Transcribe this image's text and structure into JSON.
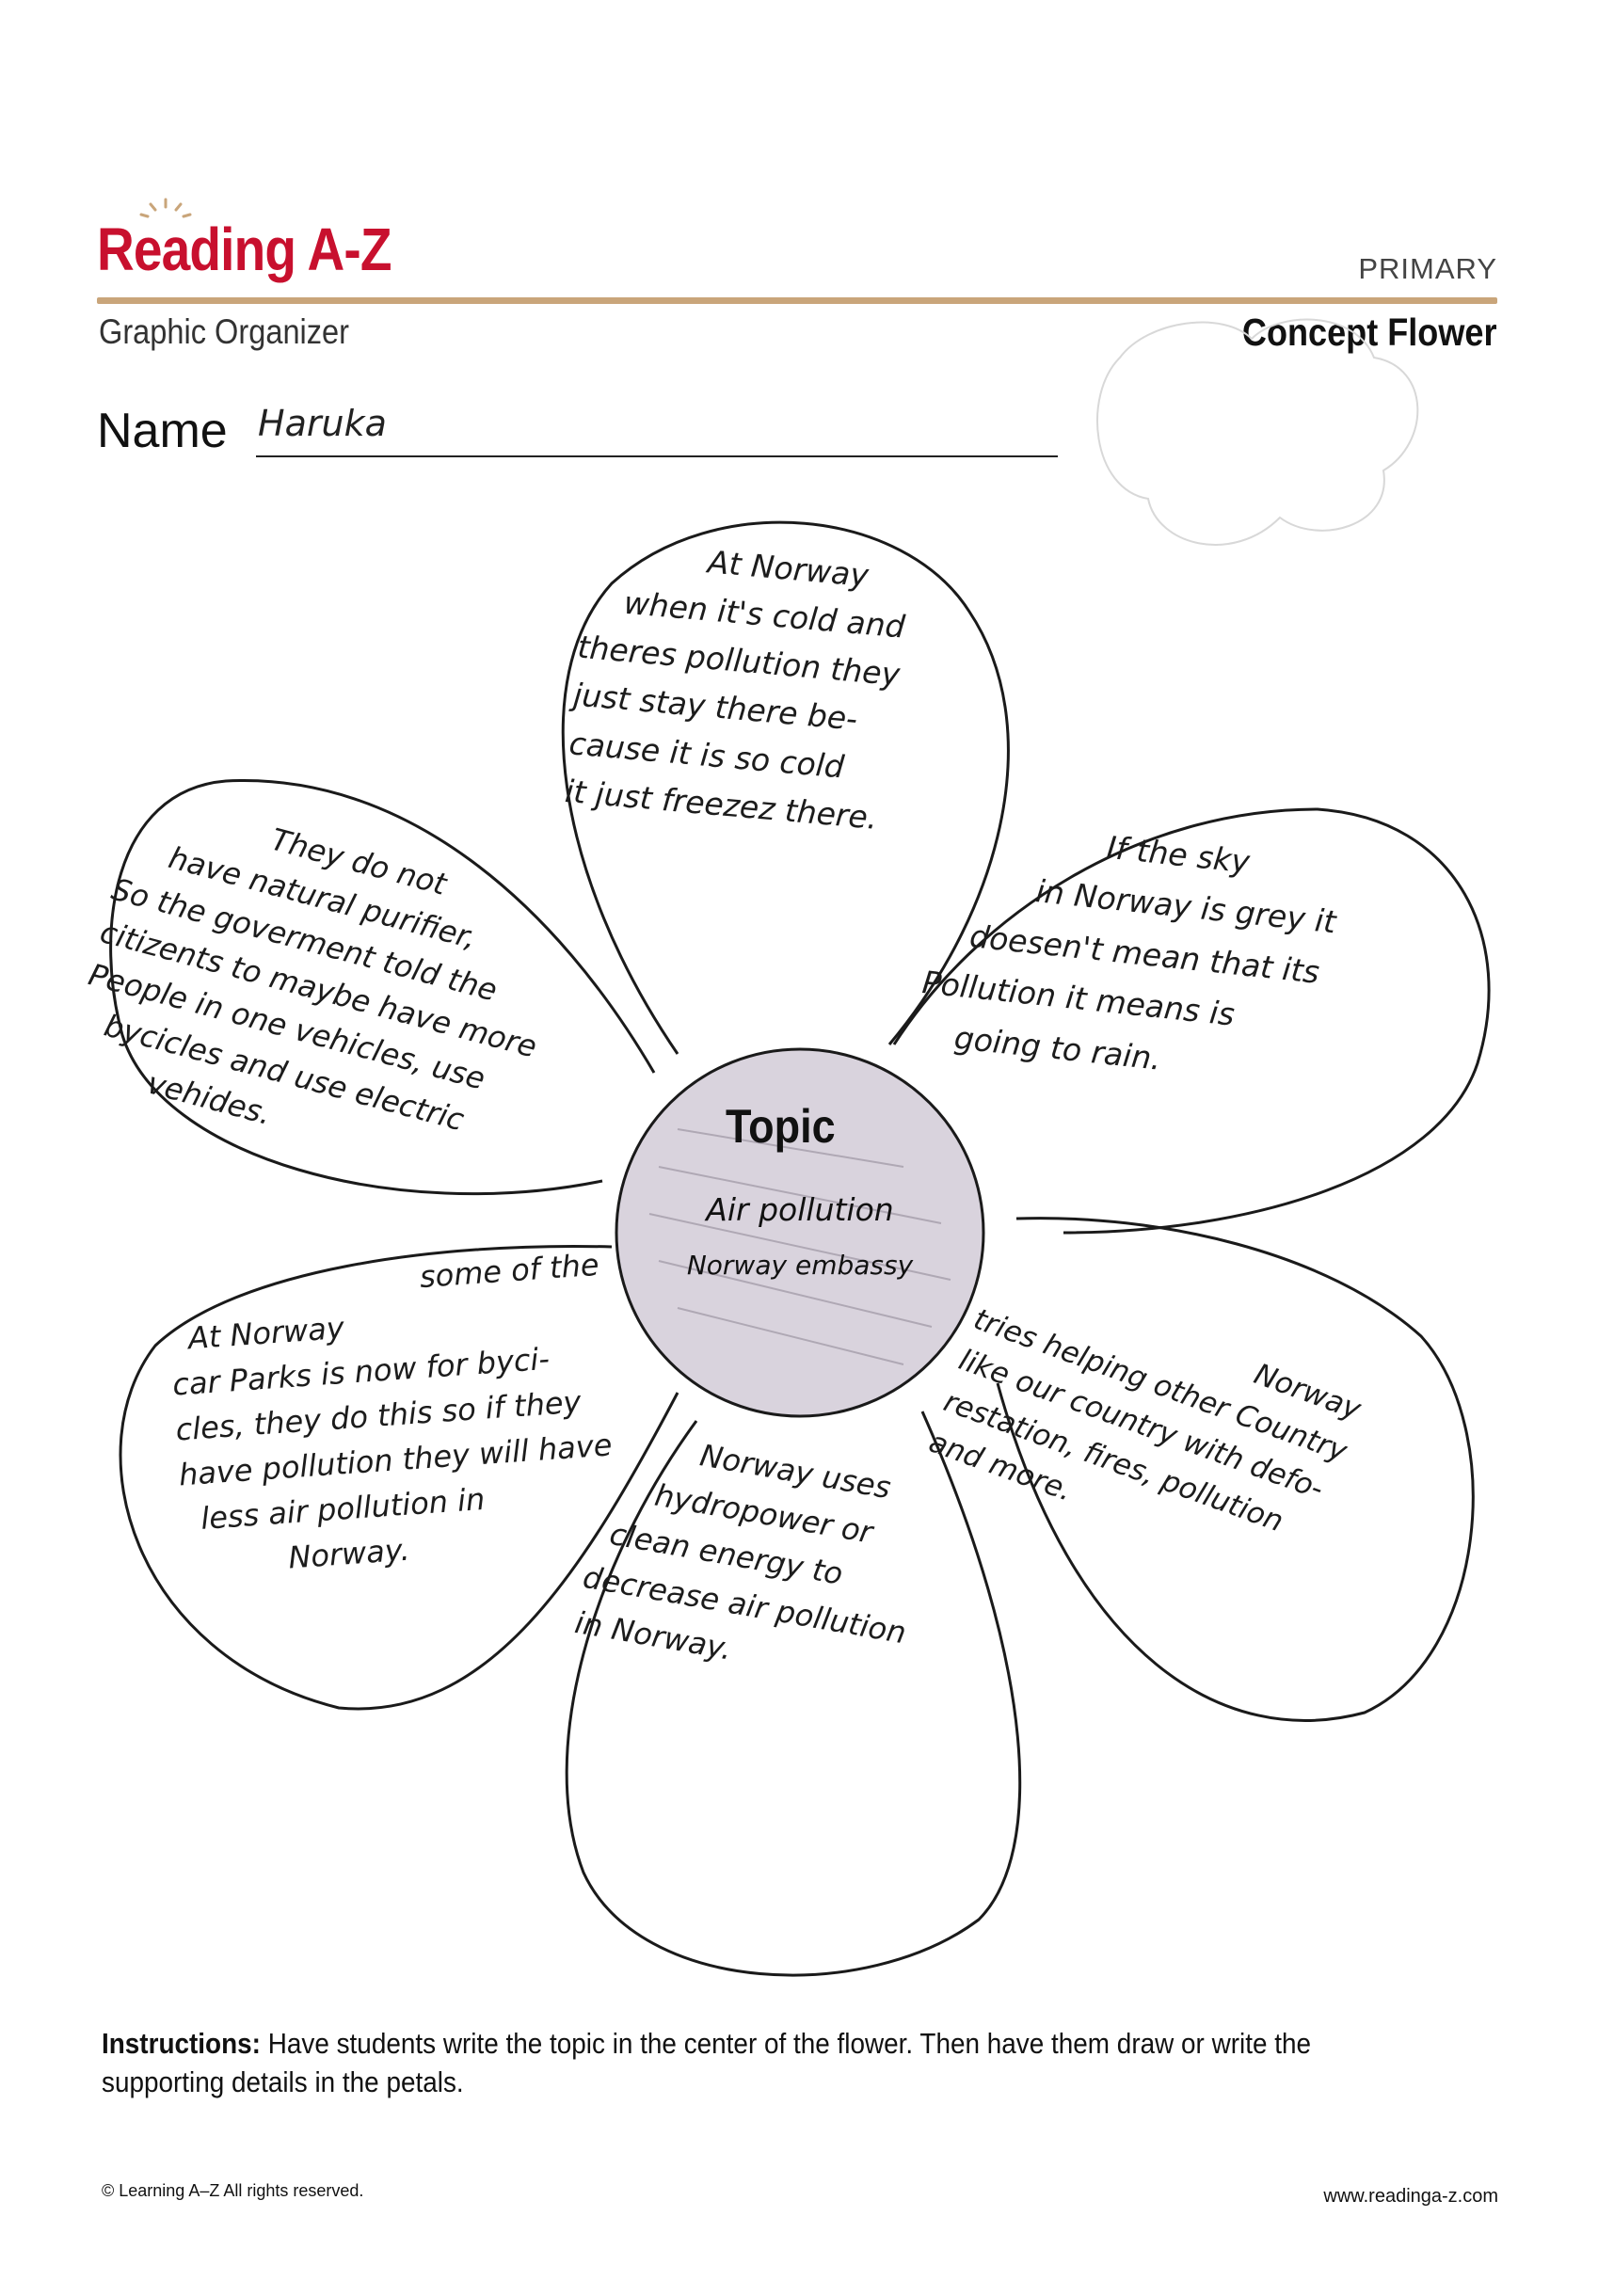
{
  "header": {
    "brand": "Reading A-Z",
    "level": "PRIMARY",
    "subtitle": "Graphic Organizer",
    "organizer_title": "Concept Flower"
  },
  "name_field": {
    "label": "Name",
    "value": "Haruka"
  },
  "center": {
    "label": "Topic",
    "lines": [
      "Air pollution",
      "Norway embassy"
    ]
  },
  "petals": {
    "top": [
      "At Norway",
      "when it's cold and",
      "theres pollution they",
      "just stay there be-",
      "cause it is so cold",
      "it just freezez there."
    ],
    "upper_left": [
      "They do not",
      "have natural purifier,",
      "So the goverment told the",
      "citizents to maybe have more",
      "People in one vehicles, use",
      "bycicles and use electric",
      "vehides."
    ],
    "upper_right": [
      "If the sky",
      "in Norway is grey it",
      "doesen't mean that its",
      "Pollution it means is",
      "going to rain."
    ],
    "lower_left": [
      "some of the",
      "At Norway",
      "car Parks is now for byci-",
      "cles, they do this so if they",
      "have pollution they will have",
      "less air pollution in",
      "Norway."
    ],
    "bottom": [
      "Norway uses",
      "hydropower or",
      "clean energy to",
      "decrease air pollution",
      "in Norway."
    ],
    "lower_right": [
      "Norway",
      "tries helping other Country",
      "like our country with defo-",
      "restation, fires, pollution",
      "and more."
    ]
  },
  "footer": {
    "instructions_label": "Instructions:",
    "instructions_text": " Have students write the topic in the center of the flower. Then have them draw or write the supporting details in the petals.",
    "copyright": "© Learning A–Z  All rights reserved.",
    "website": "www.readinga-z.com"
  }
}
